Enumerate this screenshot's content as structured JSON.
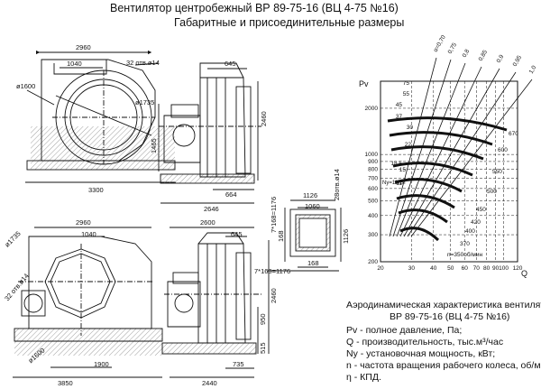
{
  "header": {
    "title": "Вентилятор центробежный ВР 89-75-16 (ВЦ 4-75 №16)",
    "subtitle": "Габаритные и присоединительные размеры"
  },
  "top_view": {
    "width": "2960",
    "inner": "1040",
    "holes": "32 отв.ø14",
    "dia_outlet": "ø1600",
    "dia_inner": "ø1735",
    "height_axis": "1465",
    "length": "3300"
  },
  "top_side": {
    "width": "645",
    "height": "2460",
    "bottom_a": "664",
    "bottom_b": "2646"
  },
  "bottom_view": {
    "width": "2960",
    "inner": "1040",
    "dia_outer": "ø1735",
    "holes": "32 отв.ø14",
    "dia_inlet": "ø1600",
    "mid": "1900",
    "length": "3850"
  },
  "bottom_side": {
    "width": "2600",
    "right": "645",
    "height": "2460",
    "h1": "950",
    "h2": "515",
    "bottom_a": "735",
    "bottom_b": "2440"
  },
  "flange": {
    "top_outer": "1126",
    "top_inner": "1060",
    "left_v": "7*168=1176",
    "right_v": "28отв.ø14",
    "side_168": "168",
    "side_1126": "1126",
    "bottom_168": "168",
    "bottom_outer": "7*168=1176"
  },
  "chart_data": {
    "type": "line",
    "ylabel": "Pv",
    "xlabel": "Q",
    "x_ticks": [
      "20",
      "30",
      "40",
      "50",
      "60",
      "70",
      "80",
      "90",
      "100",
      "120"
    ],
    "y_ticks": [
      "2000",
      "1000",
      "900",
      "800",
      "700",
      "600",
      "500",
      "400",
      "300",
      "200"
    ],
    "ray_labels": [
      "α=0,70",
      "0,75",
      "0,8",
      "0,85",
      "0,9",
      "0,95",
      "1,0"
    ],
    "curve_power_labels": [
      "75",
      "55",
      "45",
      "37",
      "30",
      "22",
      "18,5",
      "15",
      "11"
    ],
    "rpm_labels": [
      "670",
      "600",
      "550",
      "500",
      "450",
      "420",
      "400",
      "370"
    ],
    "n_label": "n=350об/мин",
    "ny_label": "Ny=11кВт"
  },
  "legend": {
    "title1": "Аэродинамическая характеристика вентилятора",
    "title2": "ВР 89-75-16 (ВЦ 4-75 №16)",
    "pv": "Pv - полное давление, Па;",
    "q": "Q - производительность, тыс.м³/час",
    "ny": "Ny - установочная мощность, кВт;",
    "n": "n - частота вращения рабочего колеса, об/мин;",
    "eta": "η - КПД."
  },
  "colors": {
    "ink": "#111111",
    "background": "#ffffff",
    "hatch": "#888888"
  }
}
